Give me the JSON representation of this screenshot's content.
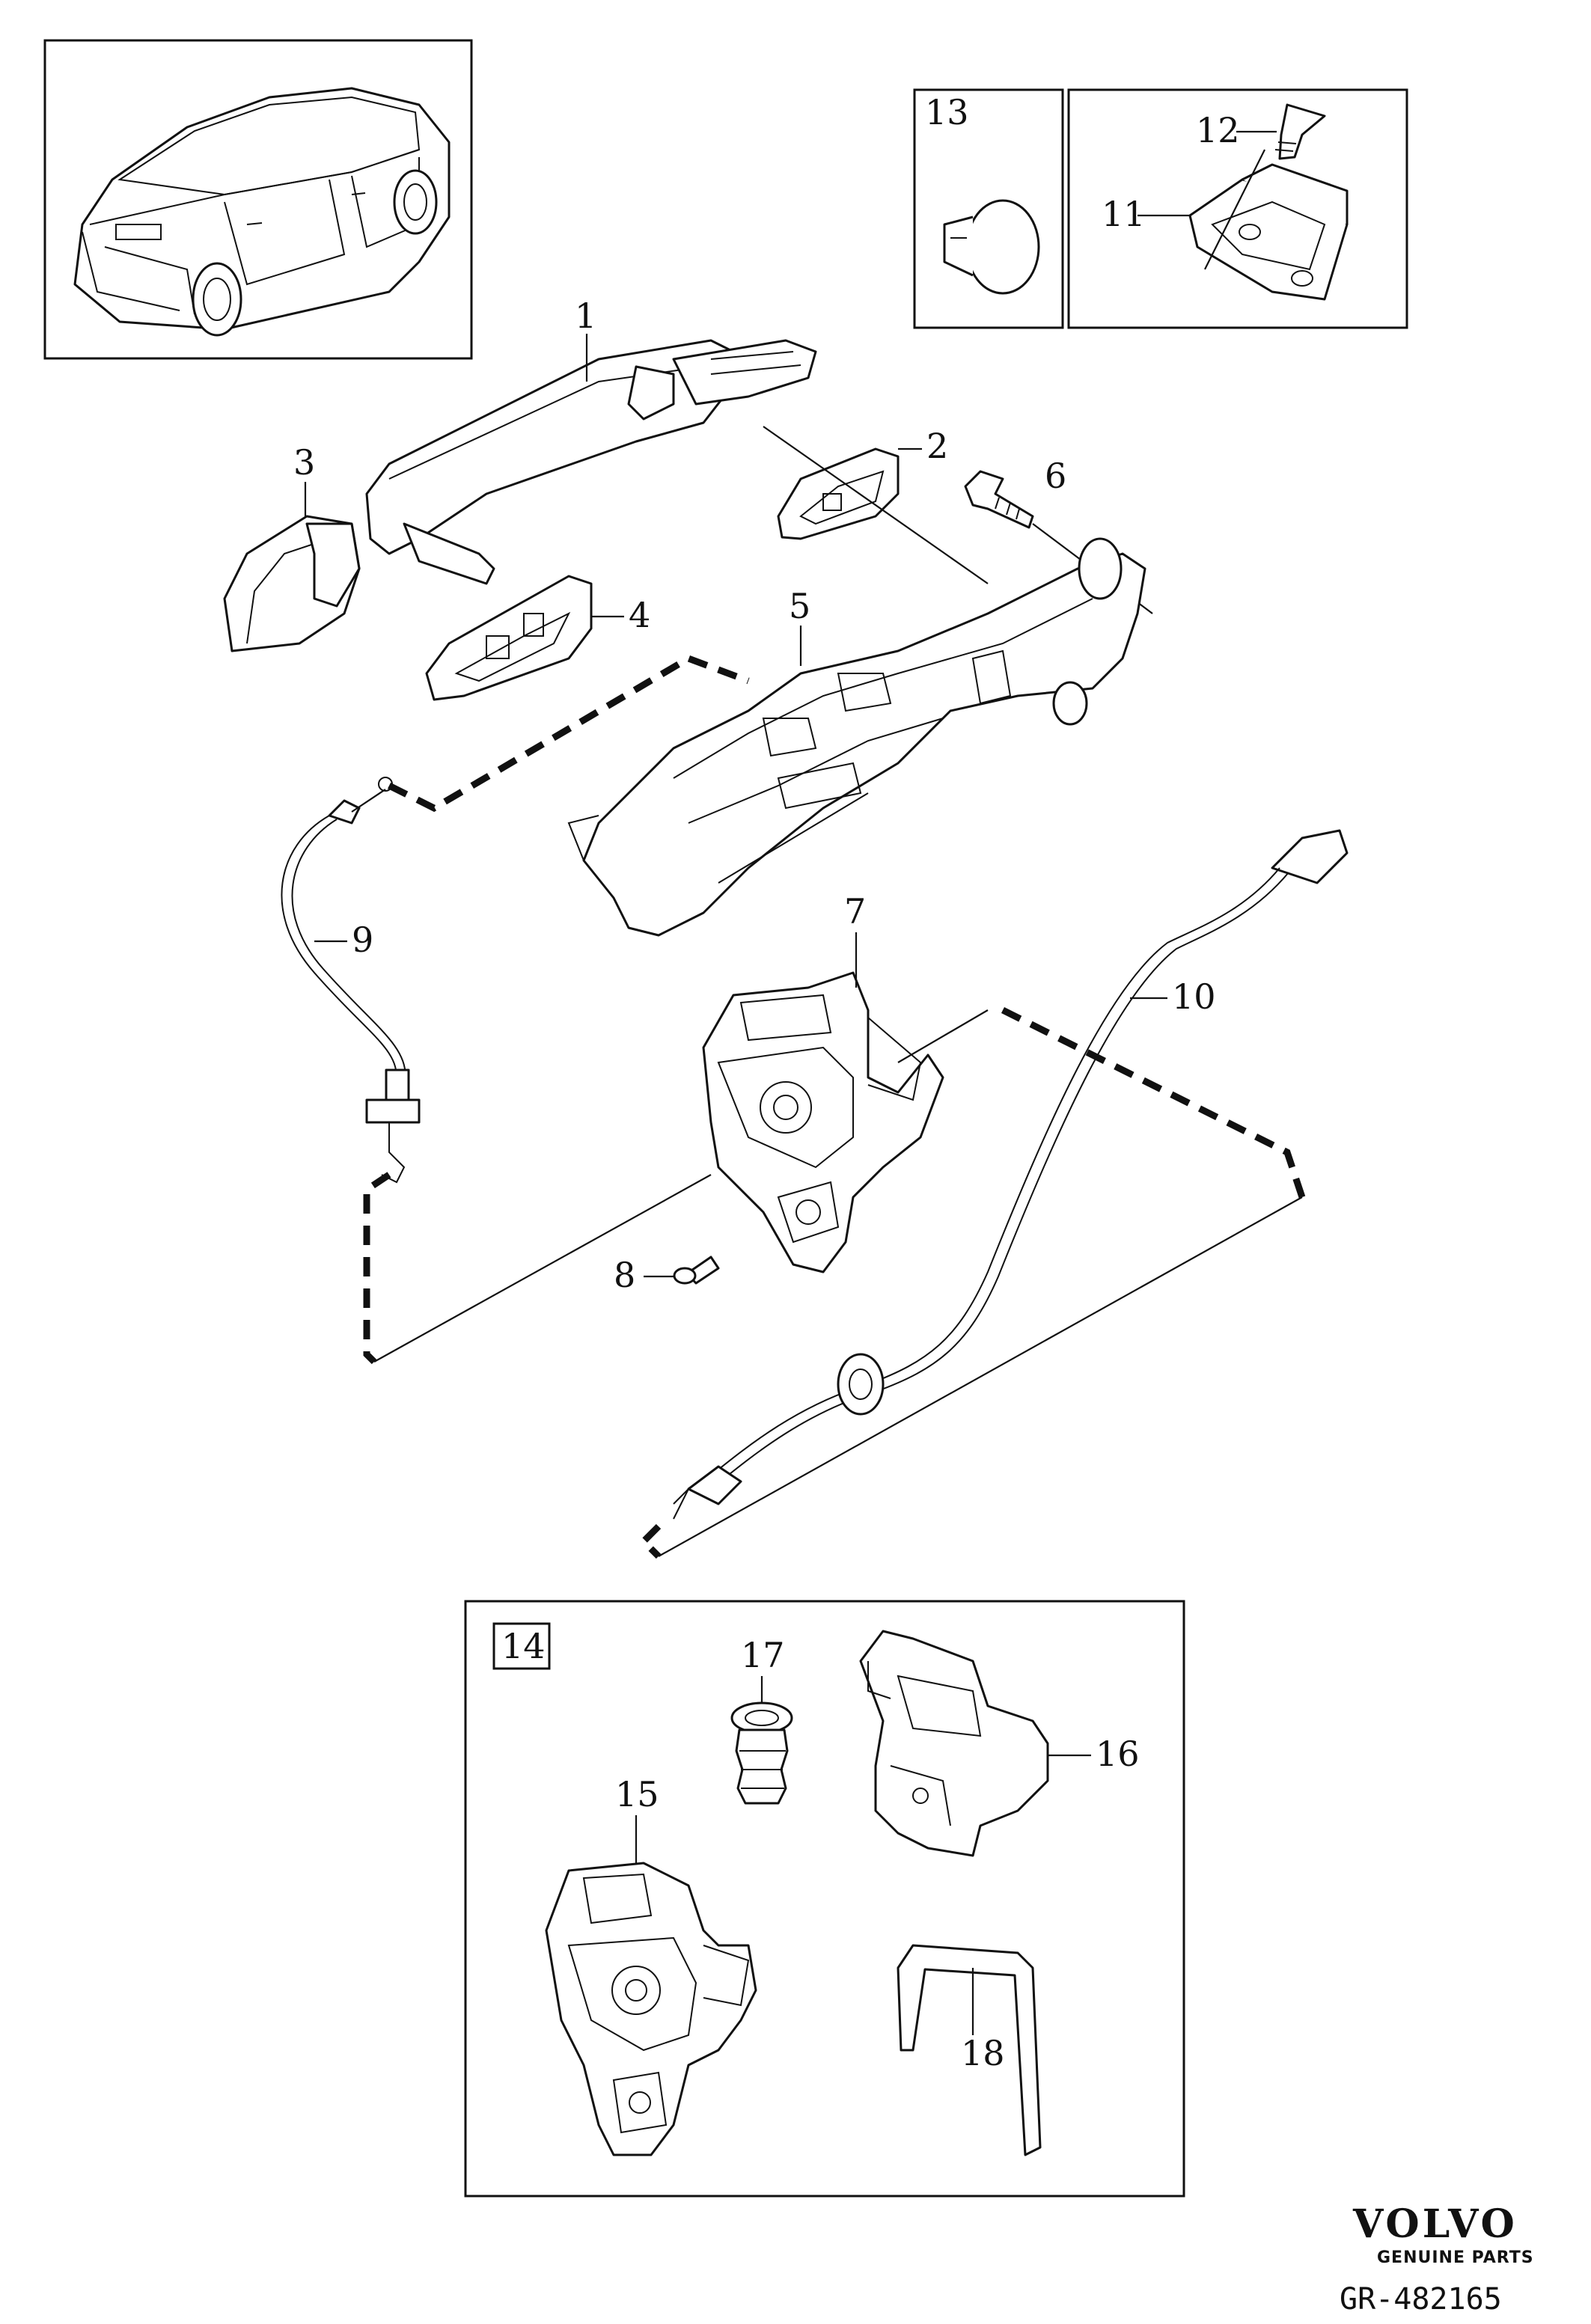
{
  "callouts": {
    "c1": "1",
    "c2": "2",
    "c3": "3",
    "c4": "4",
    "c5": "5",
    "c6": "6",
    "c7": "7",
    "c8": "8",
    "c9": "9",
    "c10": "10",
    "c11": "11",
    "c12": "12",
    "c13": "13",
    "c14": "14",
    "c15": "15",
    "c16": "16",
    "c17": "17",
    "c18": "18"
  },
  "branding": {
    "brand": "VOLVO",
    "tagline": "GENUINE PARTS",
    "reference": "GR-482165"
  }
}
